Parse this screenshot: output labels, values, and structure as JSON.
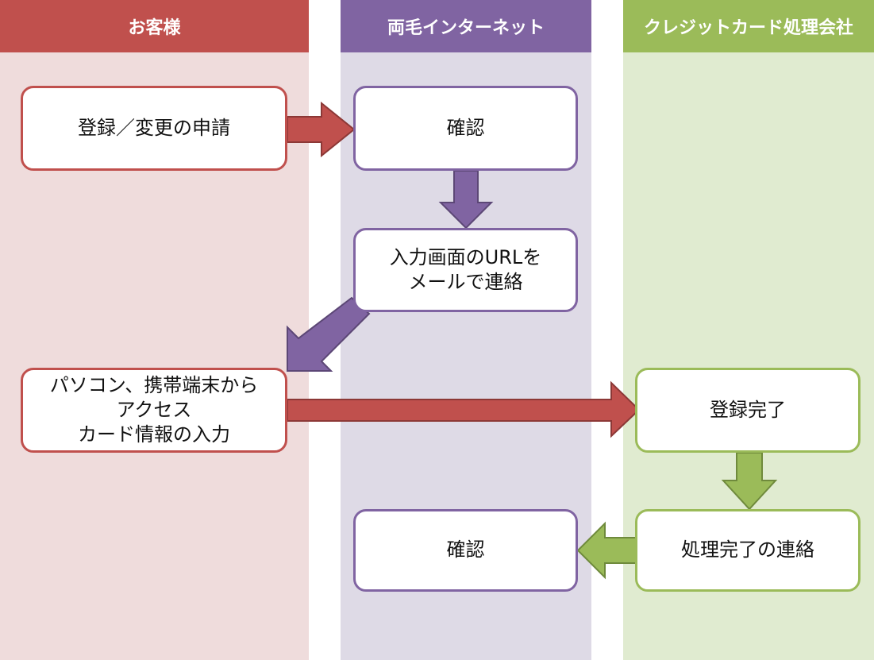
{
  "colors": {
    "red": "#c0504d",
    "red_light": "#efdcdc",
    "purple": "#8064a2",
    "purple_light": "#dedae6",
    "green": "#9bbb59",
    "green_light": "#e0ebd0"
  },
  "lanes": [
    {
      "title": "お客様"
    },
    {
      "title": "両毛インターネット"
    },
    {
      "title": "クレジットカード処理会社"
    }
  ],
  "steps": {
    "customer_request": "登録／変更の申請",
    "isp_confirm_1": "確認",
    "isp_send_url": "入力画面のURLを\nメールで連絡",
    "customer_input": "パソコン、携帯端末から\nアクセス\nカード情報の入力",
    "cc_register_done": "登録完了",
    "cc_notify_done": "処理完了の連絡",
    "isp_confirm_2": "確認"
  }
}
